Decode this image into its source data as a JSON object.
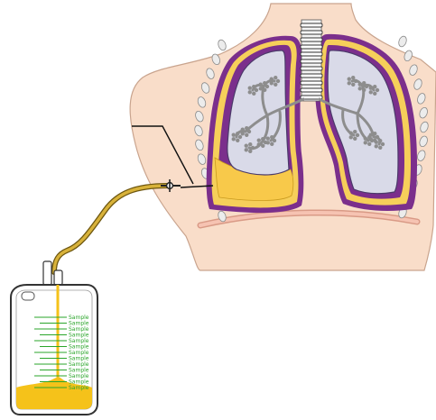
{
  "colors": {
    "skin": "#f9ddc9",
    "skin_outline": "#c9a48e",
    "pleura_outer": "#7b2f8c",
    "pleura_fill": "#f6cf5a",
    "lung_fill": "#d9dae8",
    "lung_outline": "#4b3a6a",
    "bronchi": "#8d8d8d",
    "effusion": "#f8c94a",
    "tube": "#c9a227",
    "tube_outline": "#6e5710",
    "bag_outline": "#333333",
    "bag_fluid": "#f5c21a",
    "scale_lines": "#2aa52a",
    "rib": "#f2b6a2",
    "cartilage": "#e8e8e8"
  },
  "icons": {
    "torso": "torso-illustration",
    "left_lung": "lung-icon",
    "right_lung": "lung-icon",
    "trachea": "trachea-icon",
    "effusion": "pleural-effusion-area",
    "catheter": "chest-tube-icon",
    "drainage_bag": "drainage-bag-icon"
  },
  "drainage_bag": {
    "fill_fraction": 0.12,
    "scale_text": "Sample"
  }
}
